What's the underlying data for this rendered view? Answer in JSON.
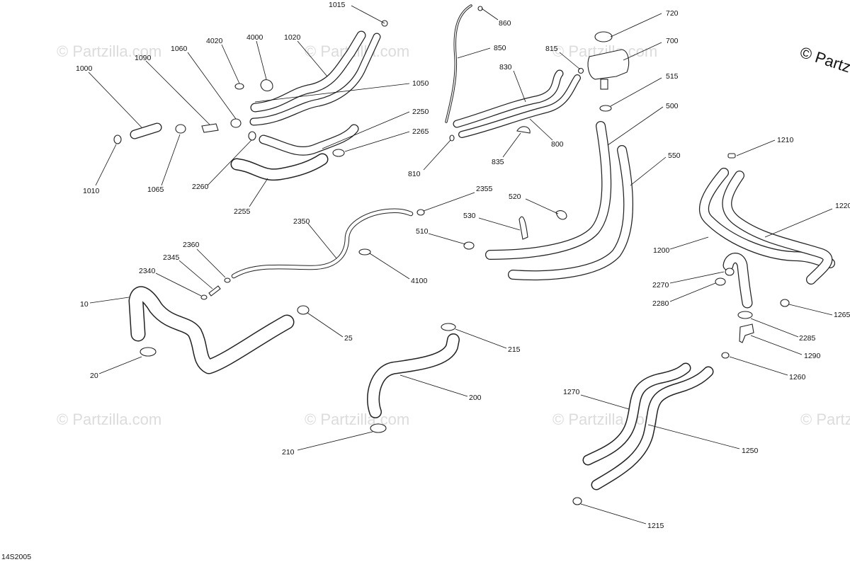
{
  "diagram_code": "14S2005",
  "watermark_text": "© Partzilla.com",
  "corner_watermark": "© Partz",
  "labels": [
    "1015",
    "860",
    "720",
    "1060",
    "4020",
    "4000",
    "1020",
    "850",
    "815",
    "700",
    "1090",
    "830",
    "515",
    "1000",
    "1050",
    "500",
    "2250",
    "2265",
    "800",
    "1210",
    "810",
    "835",
    "1010",
    "1065",
    "2260",
    "550",
    "2255",
    "2355",
    "520",
    "1220",
    "530",
    "2350",
    "510",
    "1200",
    "2360",
    "2345",
    "4100",
    "2340",
    "2270",
    "1265",
    "10",
    "2280",
    "25",
    "215",
    "2285",
    "1290",
    "20",
    "200",
    "1260",
    "1270",
    "1250",
    "210",
    "1215"
  ]
}
